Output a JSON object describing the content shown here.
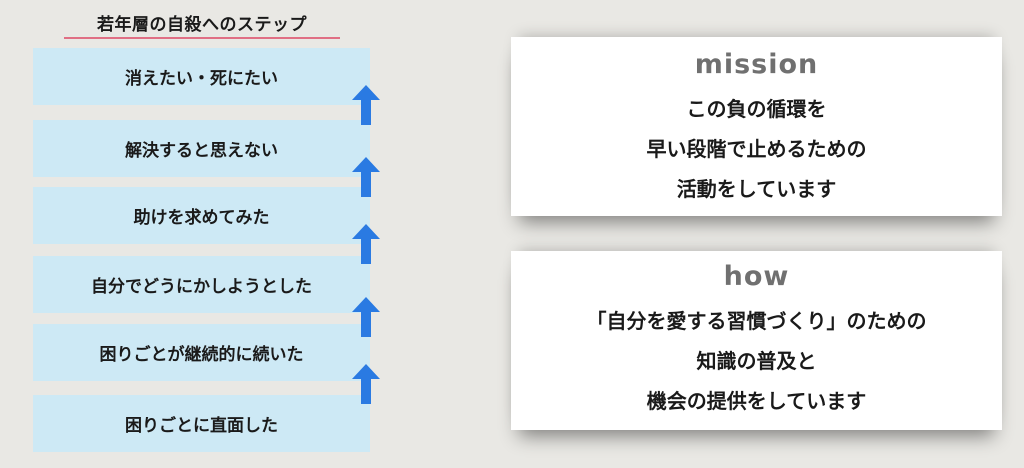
{
  "steps_title": "若年層の自殺へのステップ",
  "steps": [
    "消えたい・死にたい",
    "解決すると思えない",
    "助けを求めてみた",
    "自分でどうにかしようとした",
    "困りごとが継続的に続いた",
    "困りごとに直面した"
  ],
  "mission": {
    "heading": "mission",
    "lines": [
      "この負の循環を",
      "早い段階で止めるための",
      "活動をしています"
    ]
  },
  "how": {
    "heading": "how",
    "lines": [
      "「自分を愛する習慣づくり」のための",
      "知識の普及と",
      "機会の提供をしています"
    ]
  },
  "colors": {
    "background": "#e9e8e4",
    "step_fill": "#cde9f5",
    "arrow": "#2a7ae2",
    "underline": "#e06f84",
    "heading_gray": "#707070"
  },
  "icons": {
    "arrow": "arrow-up-icon"
  }
}
